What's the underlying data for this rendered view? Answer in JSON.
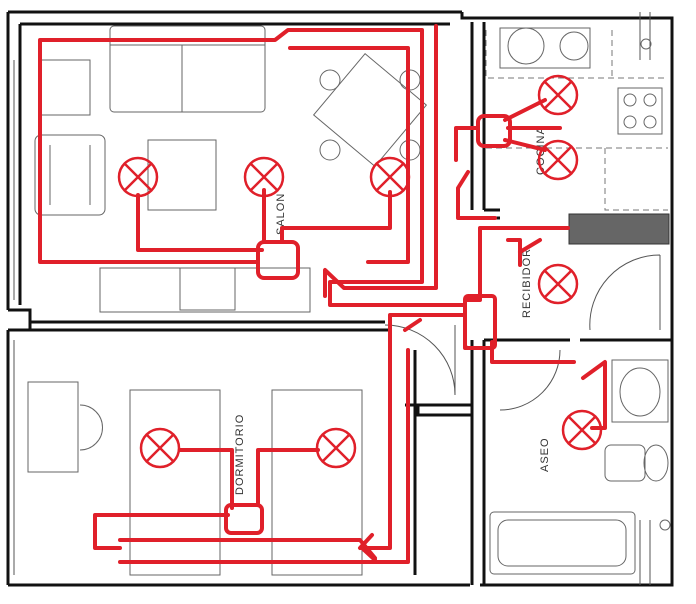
{
  "rooms": [
    {
      "id": "salon",
      "label": "SALON"
    },
    {
      "id": "cocina",
      "label": "COCINA"
    },
    {
      "id": "recibidor",
      "label": "RECIBIDOR"
    },
    {
      "id": "dormitorio",
      "label": "DORMITORIO"
    },
    {
      "id": "aseo",
      "label": "ASEO"
    }
  ],
  "colors": {
    "wiring": "#e0202a",
    "walls": "#111111",
    "furniture": "#666666",
    "meter_panel": "#666666"
  },
  "icons": {
    "ceiling_light": "ceiling-light-icon",
    "junction_box": "junction-box-icon"
  }
}
